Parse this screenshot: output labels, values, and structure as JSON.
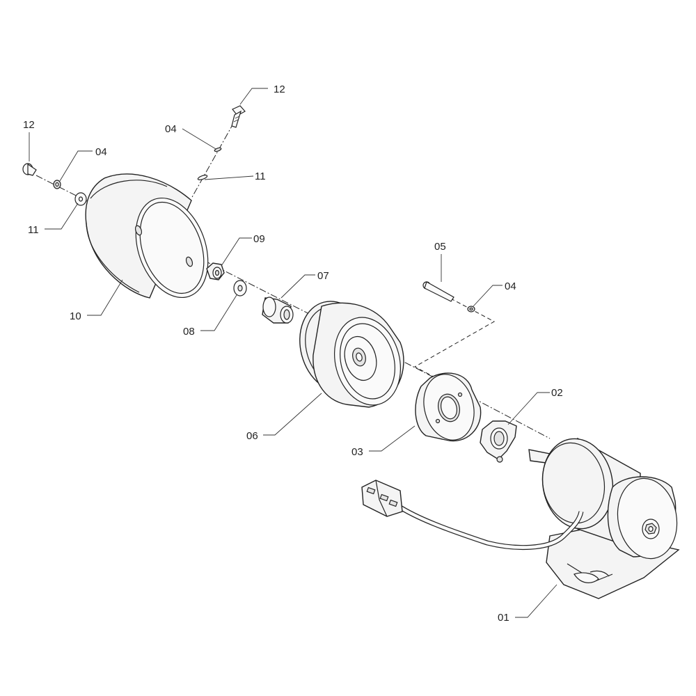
{
  "callouts": {
    "c01": "01",
    "c02": "02",
    "c03": "03",
    "c04a": "04",
    "c04b": "04",
    "c04c": "04",
    "c05": "05",
    "c06": "06",
    "c07": "07",
    "c08": "08",
    "c09": "09",
    "c10": "10",
    "c11a": "11",
    "c11b": "11",
    "c12a": "12",
    "c12b": "12"
  }
}
